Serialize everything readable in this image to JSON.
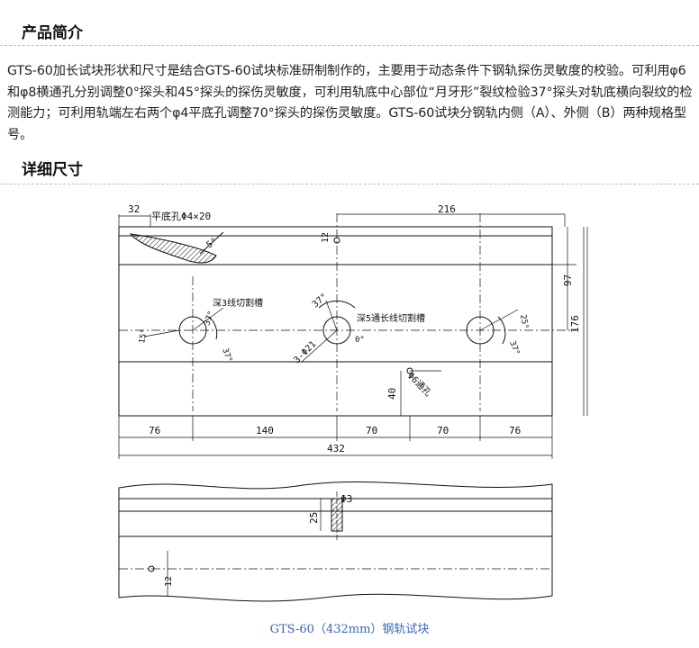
{
  "sections": {
    "intro_heading": "产品简介",
    "detail_heading": "详细尺寸"
  },
  "intro_text": "GTS-60加长试块形状和尺寸是结合GTS-60试块标准研制制作的，主要用于动态条件下钢轨探伤灵敏度的校验。可利用φ6 和φ8横通孔分别调整0°探头和45°探头的探伤灵敏度，可利用轨底中心部位“月牙形”裂纹检验37°探头对轨底横向裂纹的检测能力；可利用轨端左右两个φ4平底孔调整70°探头的探伤灵敏度。GTS-60试块分钢轨内侧（A）、外侧（B）两种规格型号。",
  "drawing": {
    "dim_32": "32",
    "flat_hole_label": "平底孔Φ4×20",
    "angle_5": "5°",
    "dim_216": "216",
    "dim_12_top": "12",
    "dim_97": "97",
    "dim_176": "176",
    "groove3_label": "深3线切割槽",
    "groove5_label": "深5通长线切割槽",
    "angle_37_center": "37°",
    "angle_0": "0°",
    "phi21": "3-Φ21",
    "left_angle_37": "37°",
    "left_angle_15": "15°",
    "left_angle_37b": "37°",
    "right_angle_25": "25°",
    "right_angle_37": "37°",
    "phi6_label": "Φ6通孔",
    "dim_40": "40",
    "dim_76_left": "76",
    "dim_140": "140",
    "dim_70_a": "70",
    "dim_70_b": "70",
    "dim_76_right": "76",
    "dim_432": "432",
    "phi3": "Φ3",
    "dim_25": "25",
    "dim_12_bottom": "12"
  },
  "caption": "GTS-60（432mm）钢轨试块"
}
